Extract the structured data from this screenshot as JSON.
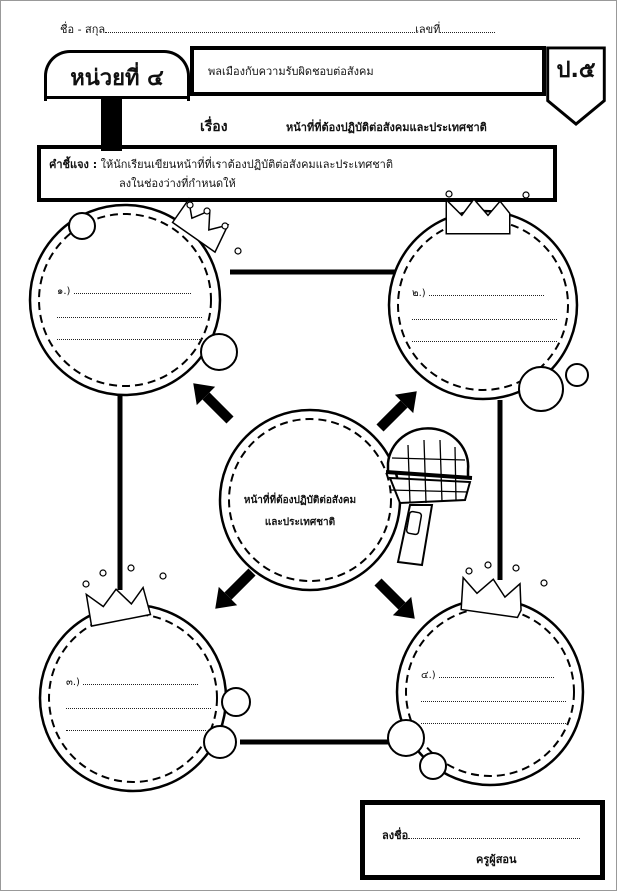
{
  "header": {
    "name_label": "ชื่อ - สกุล",
    "number_label": "เลขที่",
    "unit": "หน่วยที่ ๔",
    "unit_title": "พลเมืองกับความรับผิดชอบต่อสังคม",
    "grade": "ป.๕",
    "topic_label": "เรื่อง",
    "topic": "หน้าที่ที่ต้องปฏิบัติต่อสังคมและประเทศชาติ"
  },
  "instructions": {
    "label": "คำชี้แจง :",
    "line1": "ให้นักเรียนเขียนหน้าที่ที่เราต้องปฏิบัติต่อสังคมและประเทศชาติ",
    "line2": "ลงในช่องว่างที่กำหนดให้"
  },
  "center": {
    "line1": "หน้าที่ที่ต้องปฏิบัติต่อสังคม",
    "line2": "และประเทศชาติ"
  },
  "answer_circles": [
    {
      "number": "๑.)"
    },
    {
      "number": "๒.)"
    },
    {
      "number": "๓.)"
    },
    {
      "number": "๔.)"
    }
  ],
  "signature": {
    "sign_label": "ลงชื่อ",
    "role": "ครูผู้สอน"
  }
}
